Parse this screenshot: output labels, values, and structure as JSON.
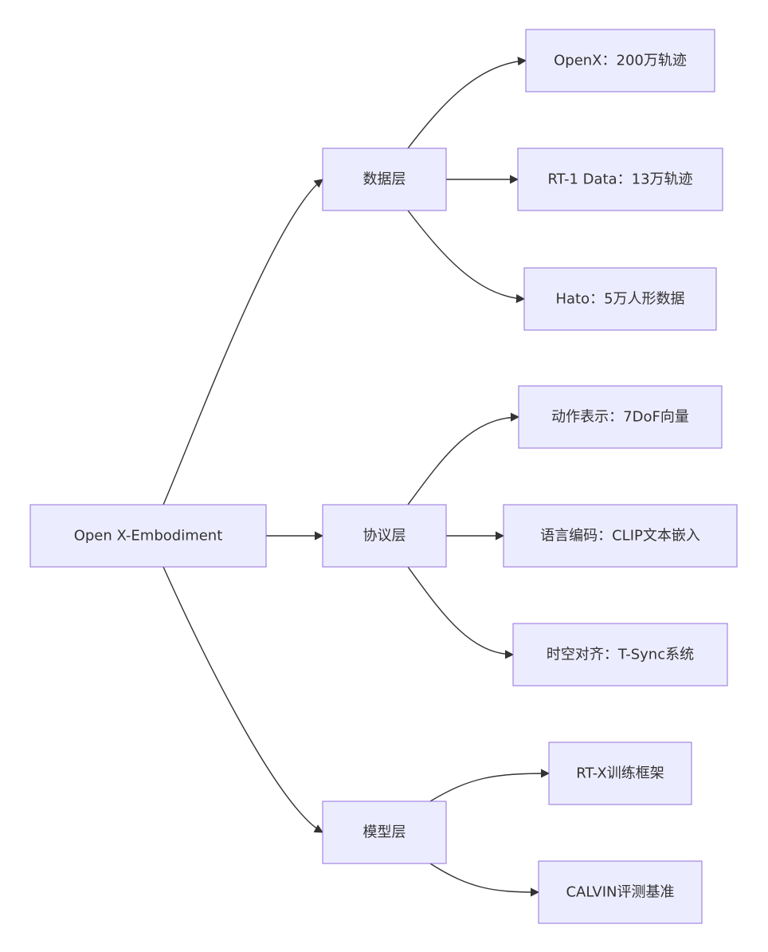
{
  "diagram": {
    "type": "flowchart",
    "direction": "left-to-right",
    "colors": {
      "node_fill": "#ececff",
      "node_border": "#9370db",
      "edge": "#333333",
      "text": "#333333"
    },
    "nodes": [
      {
        "id": "root",
        "label": "Open X-Embodiment"
      },
      {
        "id": "data",
        "label": "数据层"
      },
      {
        "id": "protocol",
        "label": "协议层"
      },
      {
        "id": "model",
        "label": "模型层"
      },
      {
        "id": "openx",
        "label": "OpenX：200万轨迹"
      },
      {
        "id": "rt1",
        "label": "RT-1 Data：13万轨迹"
      },
      {
        "id": "hato",
        "label": "Hato：5万人形数据"
      },
      {
        "id": "action",
        "label": "动作表示：7DoF向量"
      },
      {
        "id": "lang",
        "label": "语言编码：CLIP文本嵌入"
      },
      {
        "id": "sync",
        "label": "时空对齐：T-Sync系统"
      },
      {
        "id": "rtx",
        "label": "RT-X训练框架"
      },
      {
        "id": "calvin",
        "label": "CALVIN评测基准"
      }
    ],
    "edges": [
      {
        "from": "root",
        "to": "data"
      },
      {
        "from": "root",
        "to": "protocol"
      },
      {
        "from": "root",
        "to": "model"
      },
      {
        "from": "data",
        "to": "openx"
      },
      {
        "from": "data",
        "to": "rt1"
      },
      {
        "from": "data",
        "to": "hato"
      },
      {
        "from": "protocol",
        "to": "action"
      },
      {
        "from": "protocol",
        "to": "lang"
      },
      {
        "from": "protocol",
        "to": "sync"
      },
      {
        "from": "model",
        "to": "rtx"
      },
      {
        "from": "model",
        "to": "calvin"
      }
    ]
  }
}
